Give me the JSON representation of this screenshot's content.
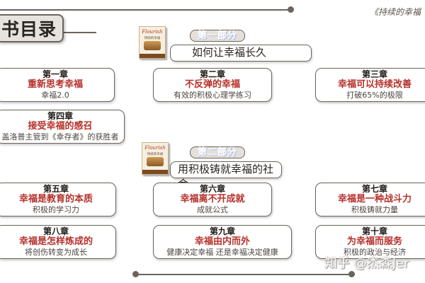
{
  "header": {
    "toc_title": "书目录",
    "book_tag": "《持续的幸福"
  },
  "parts": [
    {
      "label": "第一部分",
      "title": "如何让幸福长久"
    },
    {
      "label": "第二部分",
      "title": "用积极铸就幸福的社会"
    }
  ],
  "book_cover": {
    "title": "Flourish",
    "subtitle": "持续的幸福"
  },
  "chapters": [
    {
      "num": "第一章",
      "title": "重新思考幸福",
      "subtitle": "幸福2.0"
    },
    {
      "num": "第二章",
      "title": "不反弹的幸福",
      "subtitle": "有效的积极心理学练习"
    },
    {
      "num": "第三章",
      "title": "幸福可以持续改善",
      "subtitle": "打破65%的极限"
    },
    {
      "num": "第四章",
      "title": "接受幸福的感召",
      "subtitle": "盖洛普主管到《幸存者》的获胜者"
    },
    {
      "num": "第五章",
      "title": "幸福是教育的本质",
      "subtitle": "积极的学习力"
    },
    {
      "num": "第六章",
      "title": "幸福离不开成就",
      "subtitle": "成就公式"
    },
    {
      "num": "第七章",
      "title": "幸福是一种战斗力",
      "subtitle": "积极铸就力量"
    },
    {
      "num": "第八章",
      "title": "幸福是怎样炼成的",
      "subtitle": "将创伤转变为成长"
    },
    {
      "num": "第九章",
      "title": "幸福由内而外",
      "subtitle": "健康决定幸福 还是幸福决定健康"
    },
    {
      "num": "第十章",
      "title": "为幸福而服务",
      "subtitle": "积极的政治与经济"
    }
  ],
  "watermark": "知乎 @杰森Jer"
}
